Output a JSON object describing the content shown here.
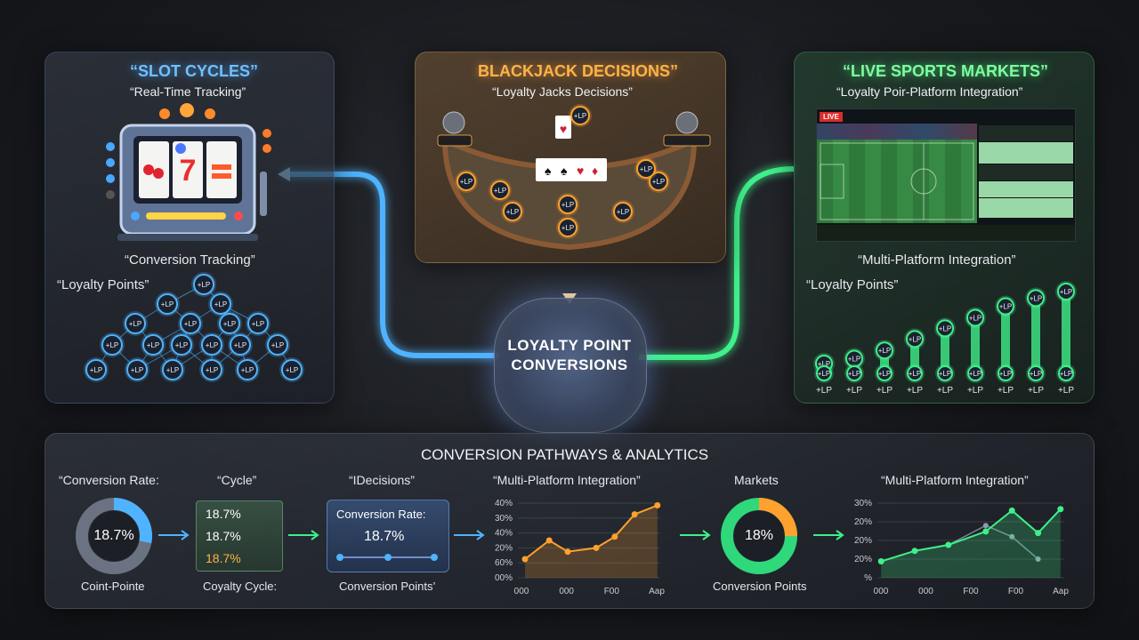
{
  "slot_panel": {
    "title": "“SLOT CYCLES”",
    "subtitle": "“Real-Time Tracking”",
    "conversion_label": "“Conversion Tracking”",
    "points_label": "“Loyalty Points”",
    "node_label": "+LP"
  },
  "blackjack_panel": {
    "title": "BLACKJACK DECISIONS”",
    "subtitle": "“Loyalty Jacks Decisions”",
    "node_label": "+LP"
  },
  "sports_panel": {
    "title": "“LIVE SPORTS MARKETS”",
    "subtitle": "“Loyalty Poir-Platform Integration”",
    "integration_label": "“Multi-Platform Integration”",
    "points_label": "“Loyalty Points”",
    "live_badge": "LIVE",
    "bar_label": "+LP",
    "bar_levels": [
      0.12,
      0.18,
      0.28,
      0.42,
      0.55,
      0.68,
      0.82,
      0.92,
      1.0
    ]
  },
  "hub": {
    "line1": "LOYALTY POINT",
    "line2": "CONVERSIONS"
  },
  "bottom": {
    "title": "CONVERSION PATHWAYS & ANALYTICS",
    "donut1": {
      "label": "“Conversion Rate:",
      "value": "18.7%",
      "caption": "Coint-Pointe",
      "fraction": 0.28
    },
    "cycle": {
      "label": "“Cycle”",
      "rows": [
        "18.7%",
        "18.7%",
        "18.7%"
      ],
      "caption": "Coyalty Cycle:"
    },
    "decisions": {
      "label": "“IDecisions”",
      "box_title": "Conversion Rate:",
      "box_value": "18.7%",
      "caption": "Conversion Points’"
    },
    "chart1": {
      "label": "“Multi-Platform Integration”",
      "y_ticks": [
        "40%",
        "30%",
        "40%",
        "20%",
        "60%",
        "00%"
      ],
      "x_ticks": [
        "000",
        "000",
        "F00",
        "Aap"
      ]
    },
    "donut2": {
      "label": "Markets",
      "value": "18%",
      "caption": "Conversion Points",
      "fraction": 0.25
    },
    "chart2": {
      "label": "“Multi-Platform Integration”",
      "y_ticks": [
        "30%",
        "20%",
        "20%",
        "20%",
        "%"
      ],
      "x_ticks": [
        "000",
        "000",
        "F00",
        "F00",
        "Aap"
      ]
    }
  },
  "colors": {
    "blue": "#4fb3ff",
    "gold": "#ffa12e",
    "green": "#3ff08a"
  }
}
